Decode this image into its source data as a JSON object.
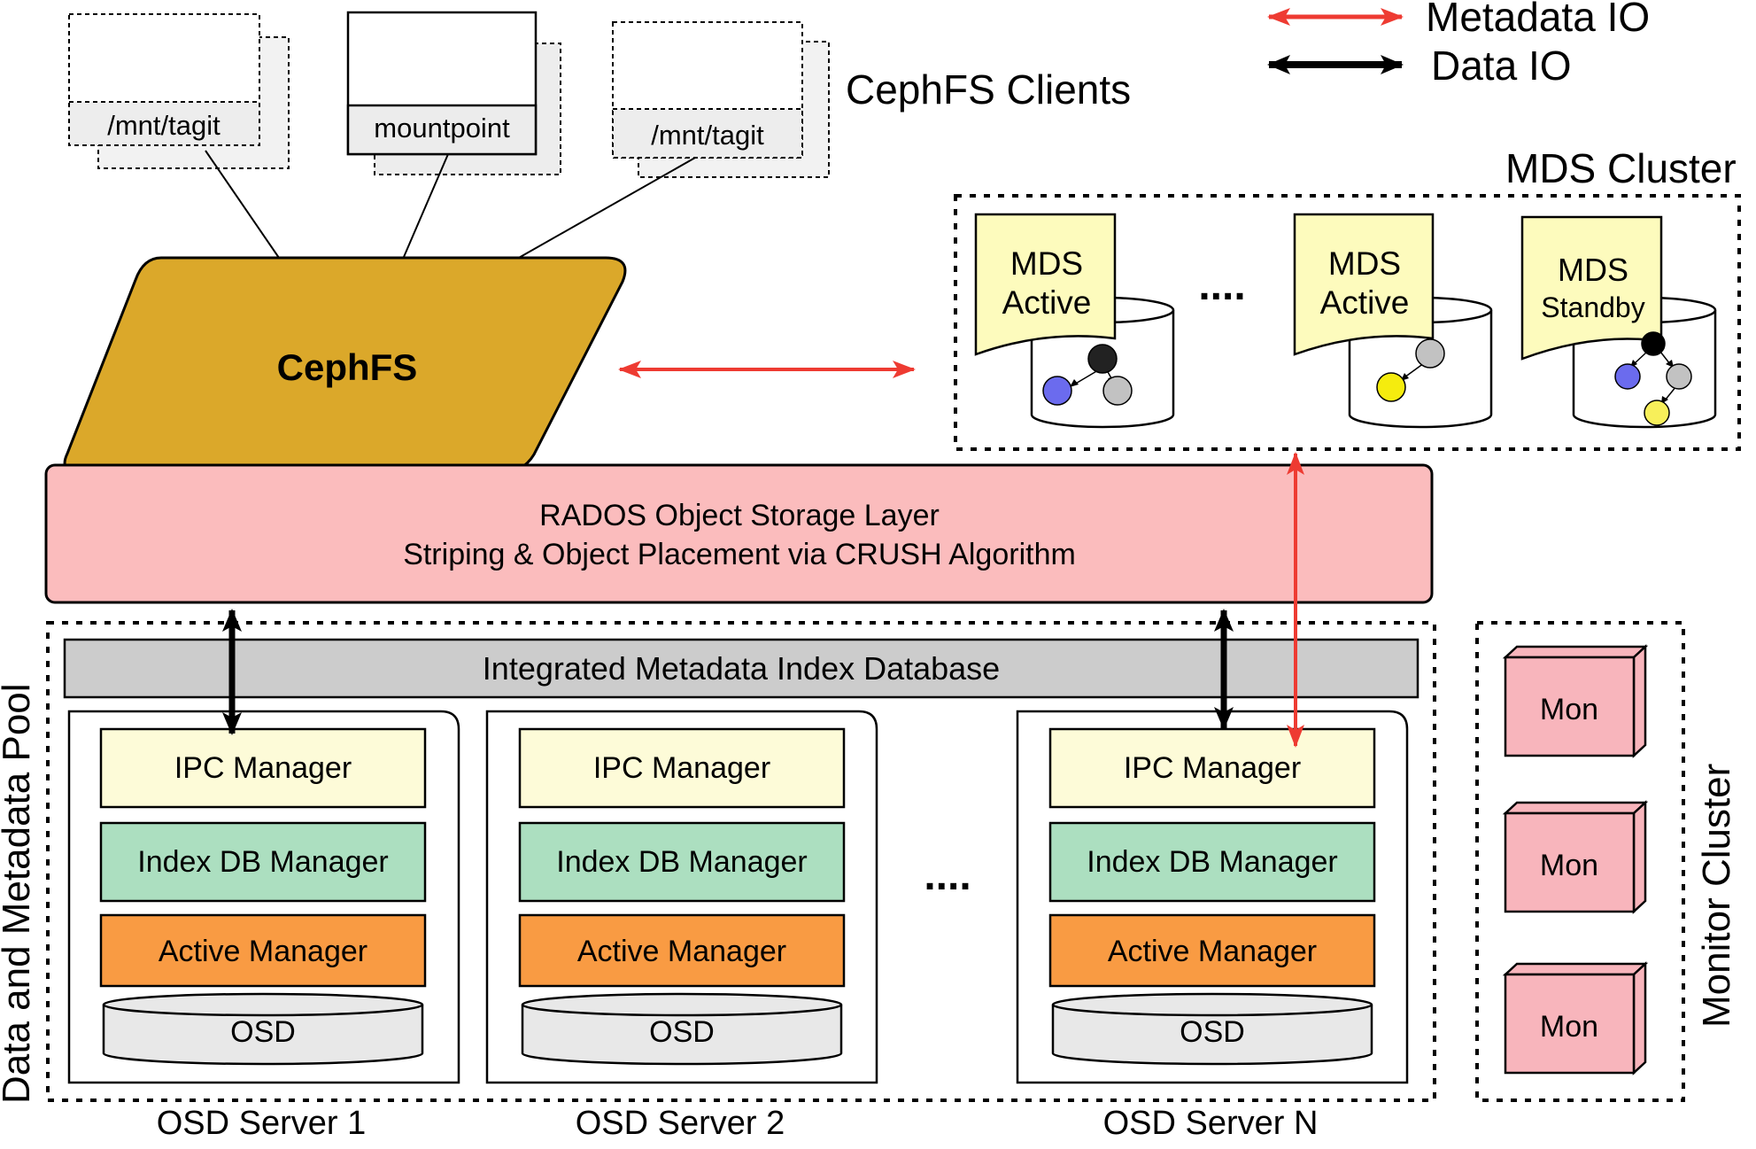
{
  "legend": {
    "metadata_io": "Metadata IO",
    "data_io": "Data IO",
    "metadata_color": "#ee3b32",
    "data_color": "#000000"
  },
  "clients": {
    "title": "CephFS Clients",
    "items": [
      {
        "label": "/mnt/tagit",
        "style": "dotted"
      },
      {
        "label": "mountpoint",
        "style": "solid"
      },
      {
        "label": "/mnt/tagit",
        "style": "dotted"
      }
    ]
  },
  "cephfs": {
    "label": "CephFS",
    "color": "#dba82a"
  },
  "mds_cluster": {
    "title": "MDS Cluster",
    "nodes": [
      {
        "line1": "MDS",
        "line2": "Active"
      },
      {
        "line1": "MDS",
        "line2": "Active"
      },
      {
        "line1": "MDS",
        "line2": "Standby"
      }
    ],
    "ellipsis": "...."
  },
  "rados": {
    "line1": "RADOS Object Storage Layer",
    "line2": "Striping & Object Placement via CRUSH Algorithm",
    "color": "#fbbcbd"
  },
  "pool": {
    "title": "Data and Metadata Pool",
    "index_db": "Integrated Metadata Index Database",
    "ellipsis": "....",
    "servers": [
      {
        "name": "OSD Server 1",
        "ipc": "IPC Manager",
        "index": "Index DB Manager",
        "active": "Active Manager",
        "osd": "OSD"
      },
      {
        "name": "OSD Server 2",
        "ipc": "IPC Manager",
        "index": "Index DB Manager",
        "active": "Active Manager",
        "osd": "OSD"
      },
      {
        "name": "OSD Server N",
        "ipc": "IPC Manager",
        "index": "Index DB Manager",
        "active": "Active Manager",
        "osd": "OSD"
      }
    ]
  },
  "monitor": {
    "title": "Monitor Cluster",
    "mons": [
      "Mon",
      "Mon",
      "Mon"
    ]
  },
  "colors": {
    "ipc": "#fdfbd8",
    "index": "#acdfc0",
    "active": "#f99b43",
    "osd": "#e8e8e8",
    "index_db": "#cccccc",
    "mon": "#f8b5bc",
    "mds_doc": "#fdfbbd"
  }
}
